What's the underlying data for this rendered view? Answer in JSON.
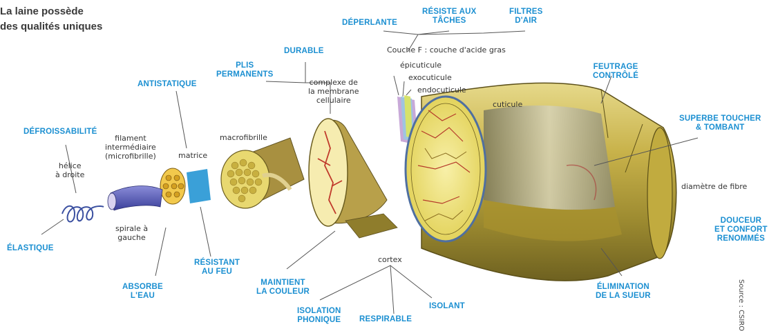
{
  "title_line1": "La laine possède",
  "title_line2": "des qualités uniques",
  "properties": {
    "deperlante": "DÉPERLANTE",
    "resiste_l1": "RÉSISTE AUX",
    "resiste_l2": "TÂCHES",
    "filtres_l1": "FILTRES",
    "filtres_l2": "D'AIR",
    "durable": "DURABLE",
    "plis_l1": "PLIS",
    "plis_l2": "PERMANENTS",
    "antistatique": "ANTISTATIQUE",
    "feutrage_l1": "FEUTRAGE",
    "feutrage_l2": "CONTRÔLÉ",
    "defroissabilite": "DÉFROISSABILITÉ",
    "superbe_l1": "SUPERBE TOUCHER",
    "superbe_l2": "& TOMBANT",
    "douceur_l1": "DOUCEUR",
    "douceur_l2": "ET CONFORT",
    "douceur_l3": "RENOMMÉS",
    "elastique": "ÉLASTIQUE",
    "resistant_l1": "RÉSISTANT",
    "resistant_l2": "AU FEU",
    "absorbe_l1": "ABSORBE",
    "absorbe_l2": "L'EAU",
    "maintient_l1": "MAINTIENT",
    "maintient_l2": "LA COULEUR",
    "isolation_l1": "ISOLATION",
    "isolation_l2": "PHONIQUE",
    "respirable": "RESPIRABLE",
    "isolant": "ISOLANT",
    "elimination_l1": "ÉLIMINATION",
    "elimination_l2": "DE LA SUEUR"
  },
  "labels": {
    "couche_f": "Couche F : couche d'acide gras",
    "epicuticule": "épicuticule",
    "exocuticule": "exocuticule",
    "endocuticule": "endocuticule",
    "cuticule": "cuticule",
    "complexe_l1": "complexe de",
    "complexe_l2": "la membrane",
    "complexe_l3": "cellulaire",
    "macrofibrille": "macrofibrille",
    "filament_l1": "filament",
    "filament_l2": "intermédiaire",
    "filament_l3": "(microfibrille)",
    "matrice": "matrice",
    "helice_l1": "hélice",
    "helice_l2": "à droite",
    "spirale_l1": "spirale à",
    "spirale_l2": "gauche",
    "cortex": "cortex",
    "diametre": "diamètre de fibre"
  },
  "source": "Source : CSIRO",
  "colors": {
    "property_blue": "#1b8fd1",
    "fiber_gold": "#c9b445",
    "fiber_dark": "#8a7a2a",
    "cortex_red": "#c0392b"
  }
}
